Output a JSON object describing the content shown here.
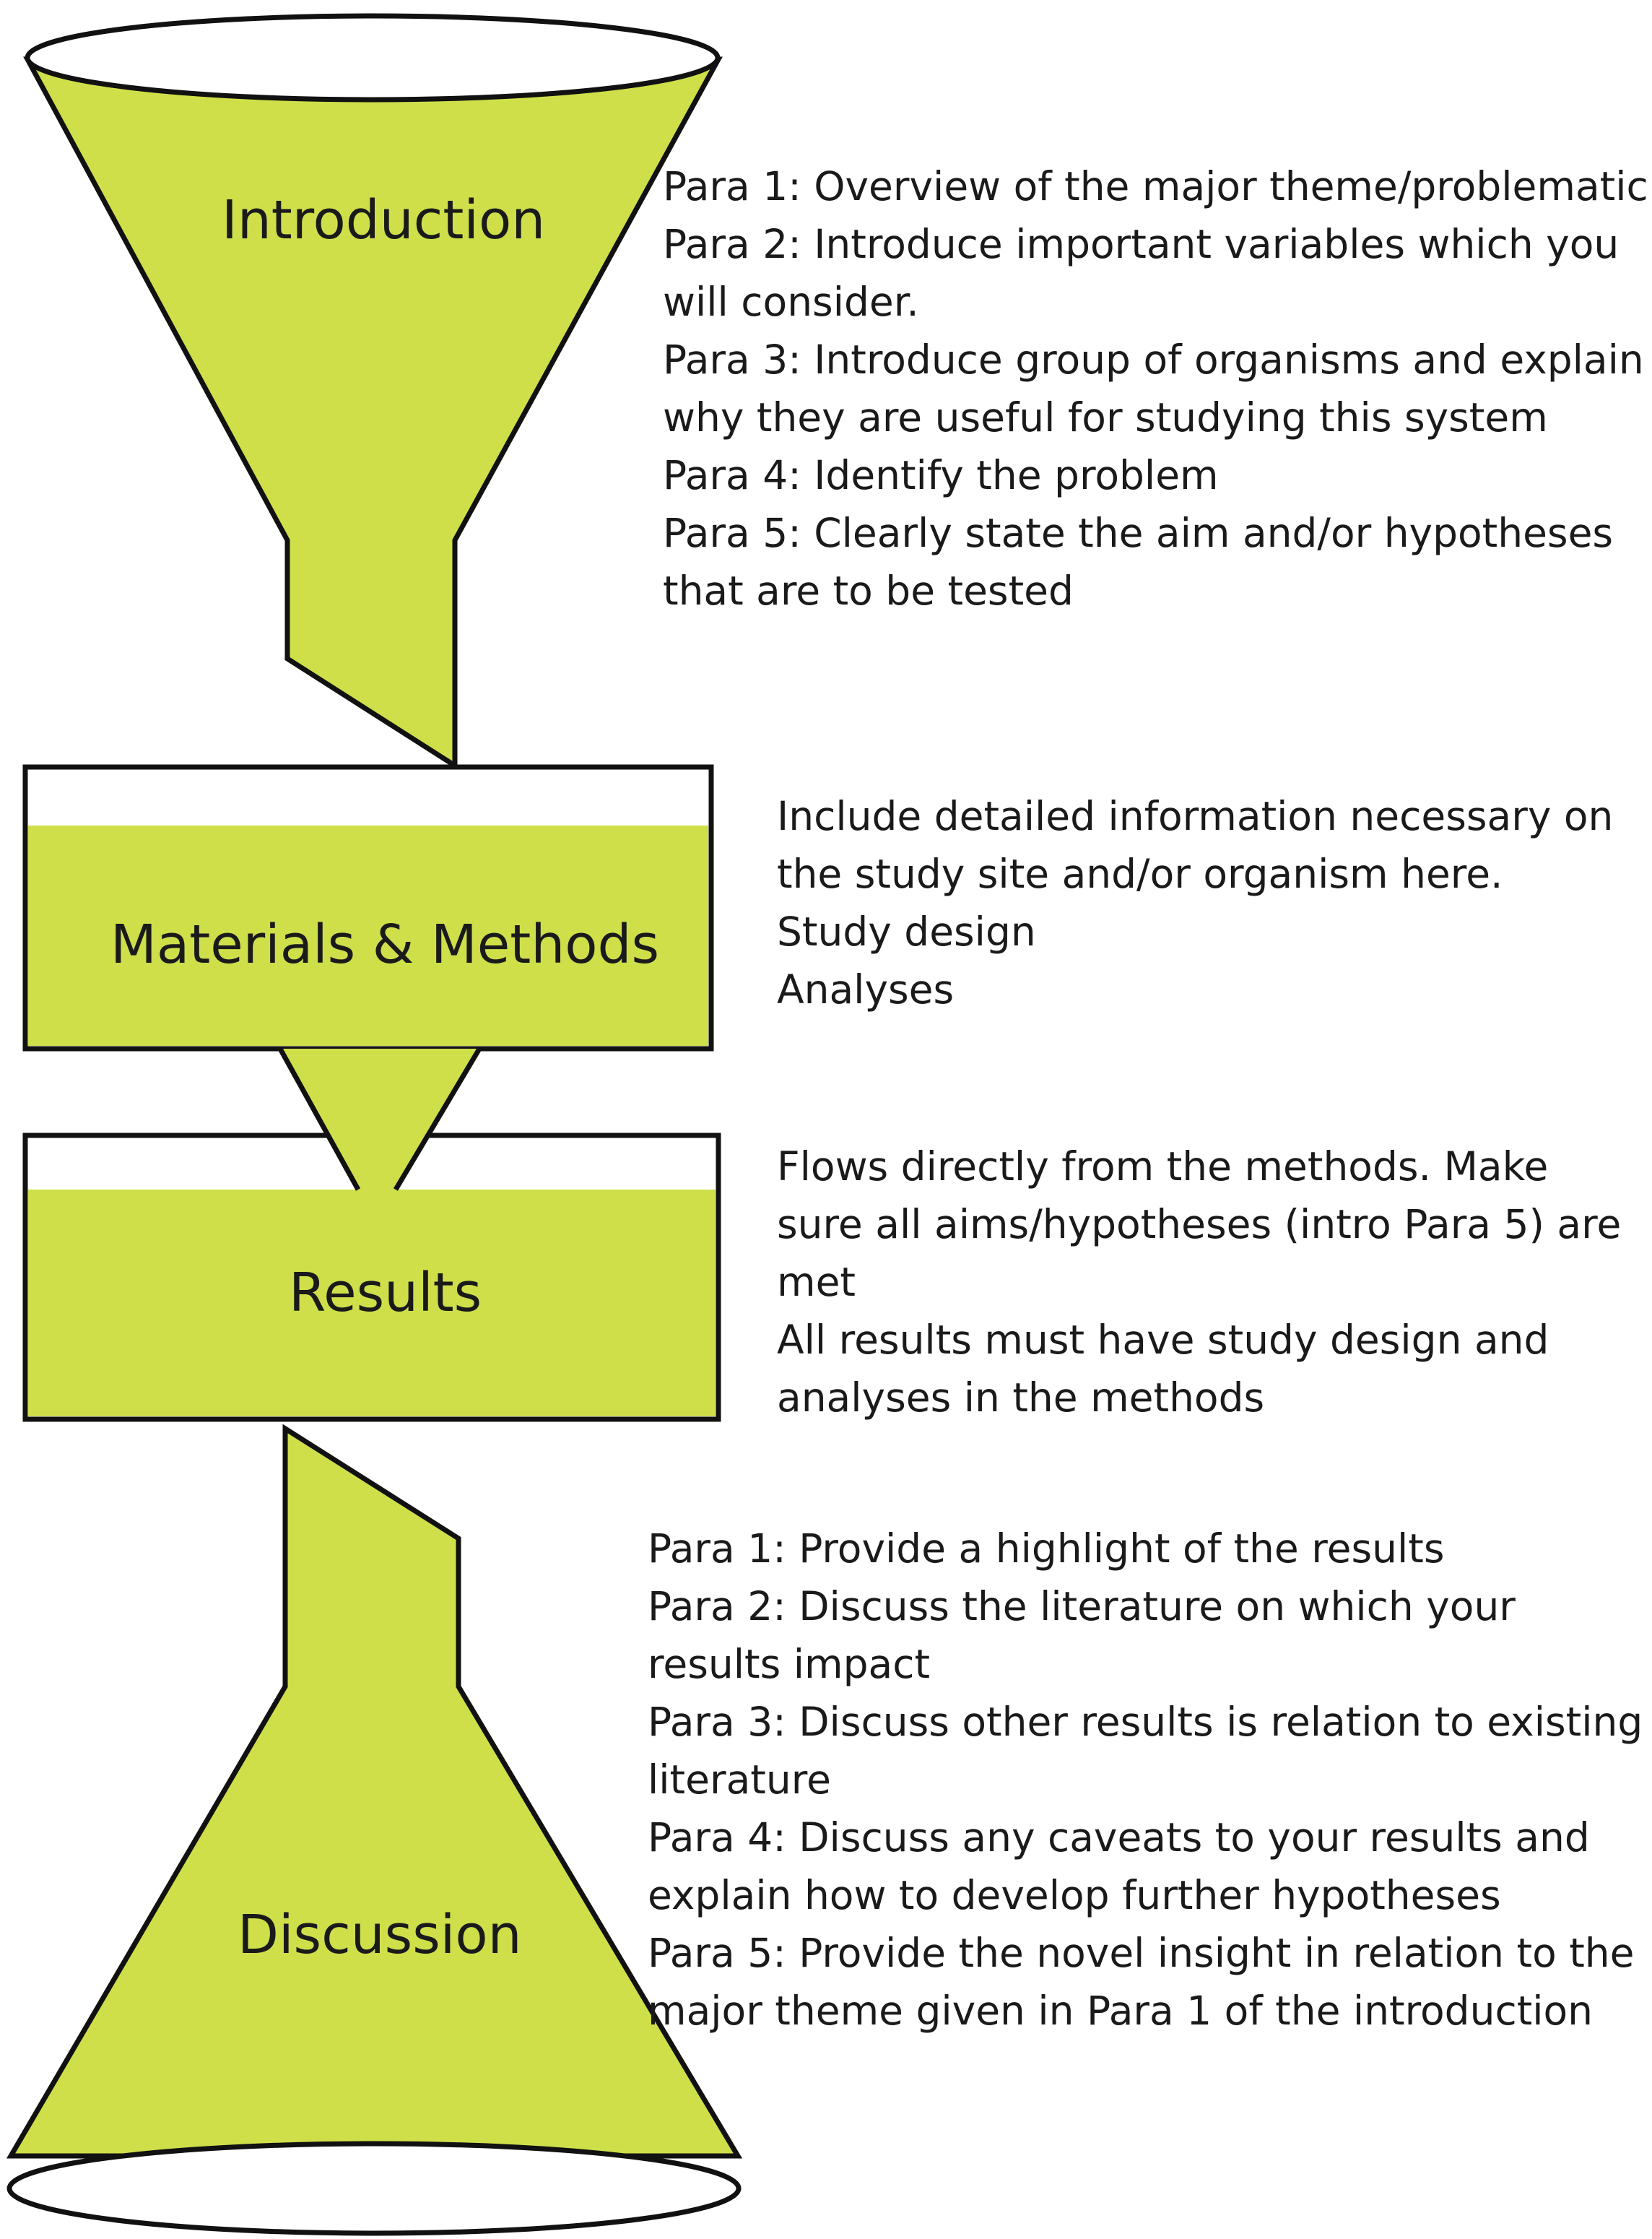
{
  "colors": {
    "fill": "#cfdf4a",
    "stroke": "#111111",
    "text": "#1a1a1a"
  },
  "sections": {
    "introduction": {
      "label": "Introduction",
      "lines": [
        "Para 1: Overview of the major theme/problematic",
        "Para 2: Introduce important variables which you",
        "will consider.",
        "Para 3: Introduce group of organisms and explain",
        "why they are useful for studying this system",
        "Para 4: Identify the problem",
        "Para 5: Clearly state the aim and/or hypotheses",
        "that are to be tested"
      ]
    },
    "methods": {
      "label": "Materials & Methods",
      "lines": [
        "Include detailed information necessary on",
        "the study site and/or organism here.",
        "Study design",
        "Analyses"
      ]
    },
    "results": {
      "label": "Results",
      "lines": [
        "Flows directly from the methods. Make",
        "sure all aims/hypotheses (intro Para 5) are",
        "met",
        "All results must have study design and",
        "analyses in the methods"
      ]
    },
    "discussion": {
      "label": "Discussion",
      "lines": [
        "Para 1: Provide a highlight of the results",
        "Para 2: Discuss the literature on which your",
        "results impact",
        "Para 3: Discuss other results is relation to existing",
        "literature",
        "Para 4: Discuss any caveats to your results and",
        "explain how to develop further hypotheses",
        "Para 5: Provide the novel insight in relation to the",
        "major theme given in Para 1 of the introduction"
      ]
    }
  }
}
